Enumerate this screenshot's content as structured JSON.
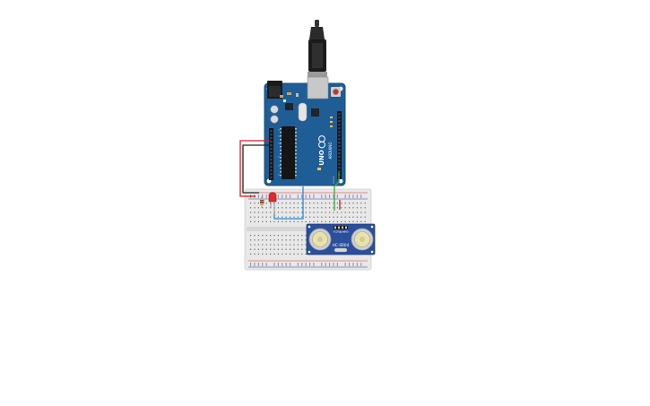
{
  "circuit": {
    "arduino": {
      "model_label": "UNO",
      "brand_label": "ARDUINO"
    },
    "sensor": {
      "model_label": "HC-SR04",
      "pins": [
        "VCC",
        "Trig",
        "Echo",
        "GND"
      ]
    }
  },
  "colors": {
    "board": "#1f5d97",
    "board_dark": "#18497a",
    "breadboard": "#e7e7e7",
    "wire_red": "#d41f1f",
    "wire_black": "#222222",
    "wire_blue": "#2a8bd6",
    "wire_green": "#39a83b",
    "led_red": "#e22a2a",
    "sensor_blue": "#2a4f9c"
  }
}
